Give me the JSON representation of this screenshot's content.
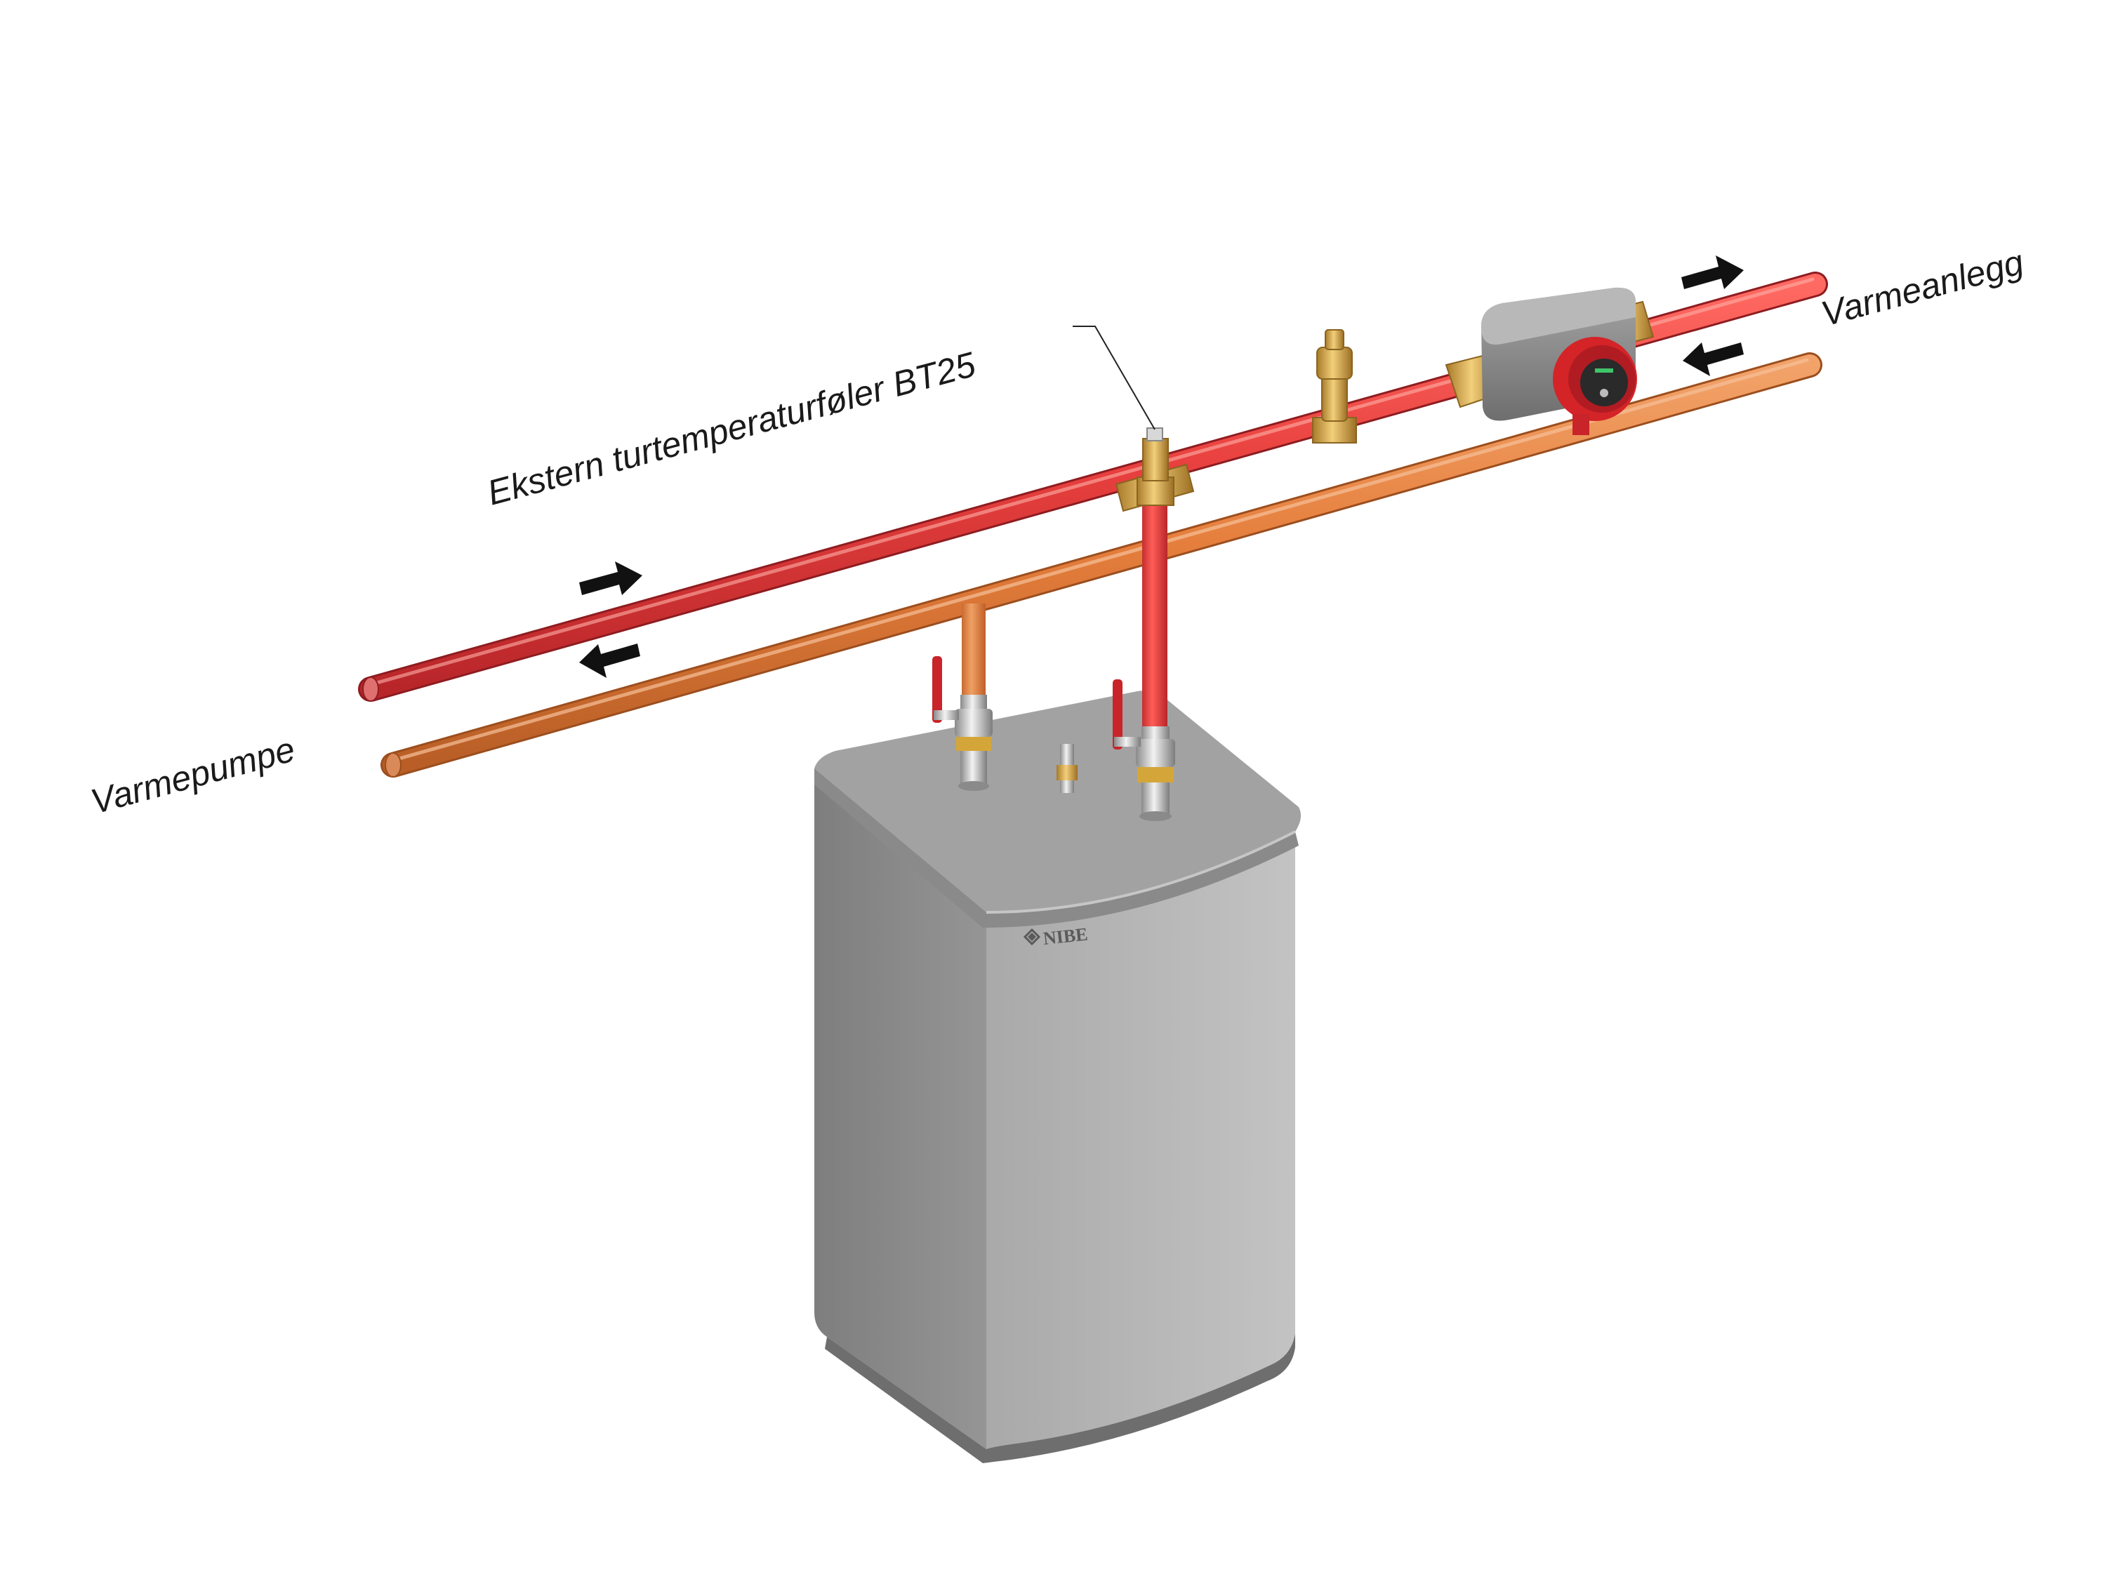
{
  "labels": {
    "heat_pump": "Varmepumpe",
    "heating_system": "Varmeanlegg",
    "sensor": "Ekstern turtemperaturføler BT25"
  },
  "brand": {
    "name": "NIBE"
  },
  "colors": {
    "supply_pipe": "#e8403e",
    "return_pipe": "#e57e3c",
    "brass": "#c9a04a",
    "tank_front": "#b4b4b4",
    "tank_side": "#8c8c8c",
    "tank_top": "#9a9a9a",
    "pump_body": "#d42428",
    "arrow": "#111111"
  },
  "icons": [
    "flow-arrow-icon",
    "nibe-logo-icon"
  ]
}
